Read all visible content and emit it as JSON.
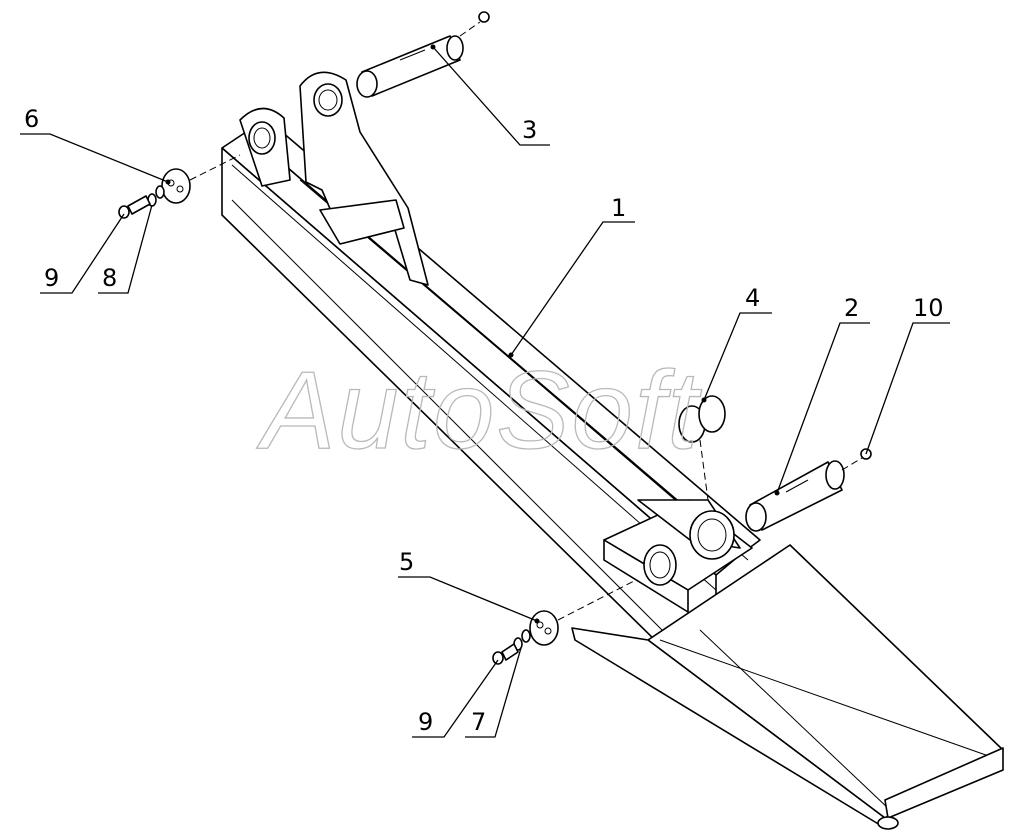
{
  "watermark": "AutoSoft",
  "callouts": [
    {
      "id": "c1",
      "label": "1"
    },
    {
      "id": "c2",
      "label": "2"
    },
    {
      "id": "c3",
      "label": "3"
    },
    {
      "id": "c4",
      "label": "4"
    },
    {
      "id": "c5",
      "label": "5"
    },
    {
      "id": "c6",
      "label": "6"
    },
    {
      "id": "c7",
      "label": "7"
    },
    {
      "id": "c8",
      "label": "8"
    },
    {
      "id": "c9a",
      "label": "9"
    },
    {
      "id": "c9b",
      "label": "9"
    },
    {
      "id": "c10",
      "label": "10"
    }
  ],
  "colors": {
    "line": "#000000",
    "watermark": "#b9b9b9",
    "background": "#ffffff"
  }
}
